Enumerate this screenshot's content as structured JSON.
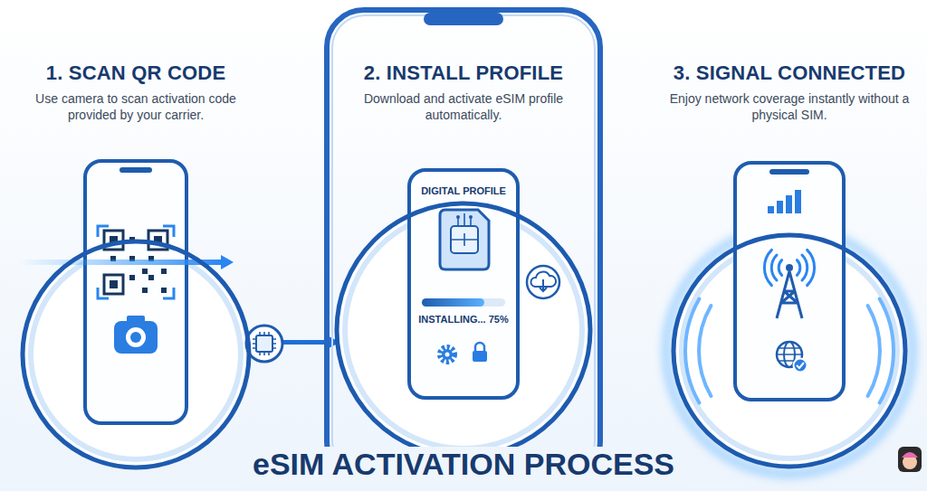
{
  "diagram": {
    "title": "eSIM ACTIVATION PROCESS",
    "nodes": [
      {
        "text": [
          "1. SCAN QR CODE",
          "Use camera to scan activation code provided by your carrier."
        ]
      },
      {
        "text": [
          "2. INSTALL PROFILE",
          "Download and activate eSIM profile automatically."
        ]
      },
      {
        "text": [
          "DIGITAL PROFILE",
          "INSTALLING... 75%"
        ],
        "in": 1
      },
      {
        "text": [
          "3. SIGNAL CONNECTED",
          "Enjoy network coverage instantly without a physical SIM."
        ]
      }
    ],
    "edges": [
      {
        "from": 0,
        "to": 2,
        "arrow": "to"
      },
      {
        "from": 2,
        "to": 3,
        "arrow": "none"
      }
    ]
  }
}
